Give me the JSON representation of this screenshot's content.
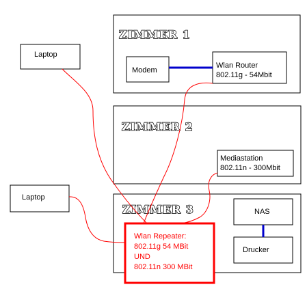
{
  "rooms": {
    "zimmer1": {
      "title": "ZIMMER 1"
    },
    "zimmer2": {
      "title": "ZIMMER 2"
    },
    "zimmer3": {
      "title": "ZIMMER 3"
    }
  },
  "devices": {
    "laptop_top": {
      "label": "Laptop"
    },
    "laptop_bottom": {
      "label": "Laptop"
    },
    "modem": {
      "label": "Modem"
    },
    "router": {
      "line1": "Wlan Router",
      "line2": "802.11g - 54Mbit"
    },
    "mediastation": {
      "line1": "Mediastation",
      "line2": "802.11n - 300Mbit"
    },
    "nas": {
      "label": "NAS"
    },
    "drucker": {
      "label": "Drucker"
    },
    "repeater": {
      "line1": "Wlan Repeater:",
      "line2": "802.11g 54 MBit",
      "line3": "UND",
      "line4": "802.11n 300 MBit"
    }
  },
  "colors": {
    "wired_link": "#0000cc",
    "wireless_link": "#ff0000",
    "repeater_highlight": "#ff0000"
  }
}
